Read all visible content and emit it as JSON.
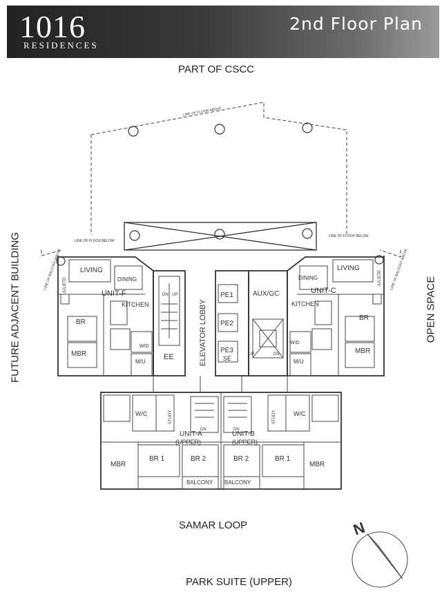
{
  "header": {
    "logo_number": "1016",
    "logo_text": "RESIDENCES",
    "title": "2nd Floor Plan"
  },
  "site": {
    "north_label": "PART OF CSCC",
    "south_label": "SAMAR LOOP",
    "west_label": "FUTURE ADJACENT BUILDING",
    "east_label": "OPEN SPACE",
    "footer_label": "PARK SUITE (UPPER)",
    "north_arrow": "N"
  },
  "annotations": {
    "floor_above": "LINE OF FLOOR ABOVE",
    "floor_below": "LINE OF FLOOR BELOW",
    "balcony_above": "LINE OF BALCONY ABOVE",
    "juliete": "JULIETE"
  },
  "units": {
    "unit_f": "UNIT-F",
    "unit_c": "UNIT-C",
    "unit_a": "UNIT-A",
    "unit_a_sub": "(UPPER)",
    "unit_b": "UNIT-B",
    "unit_b_sub": "(UPPER)"
  },
  "rooms": {
    "living": "LIVING",
    "dining": "DINING",
    "kitchen": "KITCHEN",
    "br": "BR",
    "mbr": "MBR",
    "mu": "M/U",
    "wd": "W/D",
    "ee": "EE",
    "elevator_lobby": "ELEVATOR LOBBY",
    "pe1": "PE1",
    "pe2": "PE2",
    "pe3": "PE3",
    "se": "SE",
    "aux_gc": "AUX/GC",
    "wic": "W/C",
    "br1": "BR 1",
    "br2": "BR 2",
    "balcony": "BALCONY",
    "study": "STUDY",
    "dn": "DN",
    "up": "UP"
  }
}
